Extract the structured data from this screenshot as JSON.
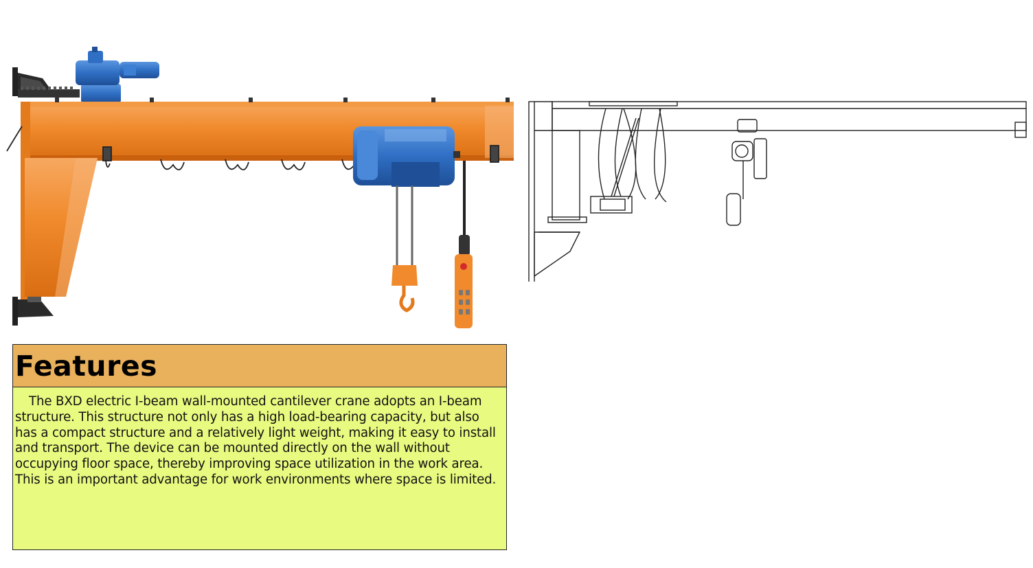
{
  "features": {
    "title": "Features",
    "body": "The BXD electric I-beam wall-mounted cantilever crane adopts an I-beam structure. This structure not only has a high load-bearing capacity, but also has a compact structure and a relatively light weight, making it easy to install and transport. The device can be mounted directly on the wall without occupying floor space, thereby improving space utilization in the work area. This is an important advantage for work environments where space is limited."
  },
  "illustrations": {
    "crane_color": "wall-mounted-cantilever-crane-illustration",
    "crane_line": "cantilever-crane-line-drawing"
  },
  "colors": {
    "beam_orange": "#f08a2c",
    "hoist_blue": "#2f6fc4",
    "header_orange": "#e9b15c",
    "body_yellow": "#e8fa80"
  }
}
